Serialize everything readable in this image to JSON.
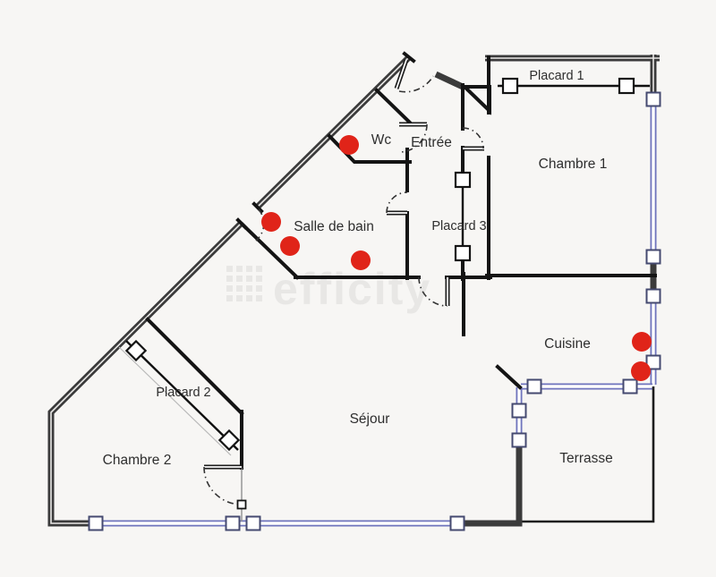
{
  "floorplan": {
    "type": "apartment-floor-plan",
    "rooms": {
      "placard1": "Placard 1",
      "chambre1": "Chambre 1",
      "wc": "Wc",
      "entree": "Entrée",
      "salle_de_bain": "Salle de bain",
      "placard3": "Placard 3",
      "cuisine": "Cuisine",
      "placard2": "Placard 2",
      "sejour": "Séjour",
      "chambre2": "Chambre 2",
      "terrasse": "Terrasse"
    },
    "markers": {
      "count": 6,
      "color": "#e02419",
      "locations": [
        "Wc",
        "Salle de bain",
        "Salle de bain",
        "Salle de bain",
        "Cuisine",
        "Cuisine"
      ]
    },
    "watermark": {
      "text": "efficity"
    },
    "colors": {
      "background": "#f7f6f4",
      "outer_wall": "#3b3b3b",
      "inner_wall": "#141414",
      "window": "#6f74bd",
      "marker": "#e02419",
      "label": "#2e2e2e"
    }
  }
}
